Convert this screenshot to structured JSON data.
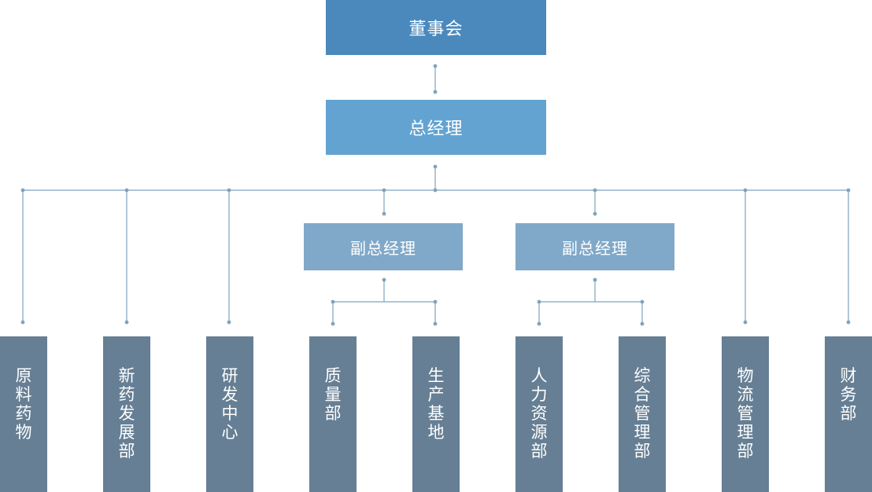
{
  "colors": {
    "board": "#4b89bd",
    "general_manager": "#63a3d2",
    "vice_manager": "#80a8c9",
    "department": "#667f94",
    "connector": "#7fa3bd"
  },
  "nodes": {
    "board": "董事会",
    "general_manager": "总经理",
    "vice_manager_1": "副总经理",
    "vice_manager_2": "副总经理"
  },
  "departments": [
    "原料药物",
    "新药发展部",
    "研发中心",
    "质量部",
    "生产基地",
    "人力资源部",
    "综合管理部",
    "物流管理部",
    "财务部"
  ]
}
